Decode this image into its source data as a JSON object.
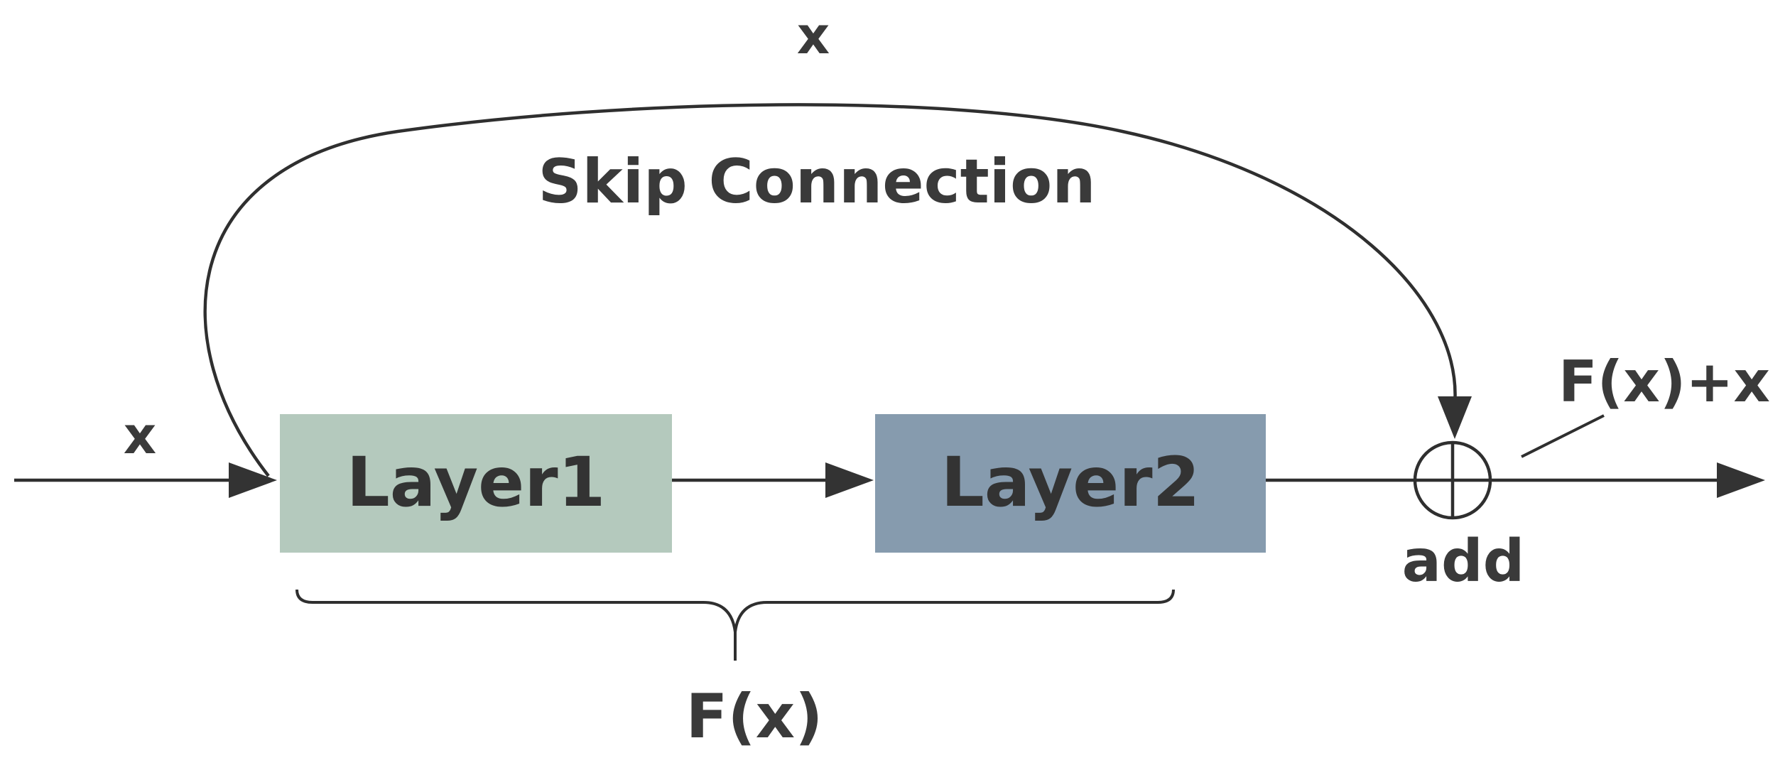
{
  "diagram": {
    "input_label": "x",
    "skip_top_label": "x",
    "skip_label": "Skip Connection",
    "layer1_label": "Layer1",
    "layer2_label": "Layer2",
    "brace_label": "F(x)",
    "output_label": "F(x)+x",
    "add_label": "add"
  },
  "colors": {
    "layer1_fill": "#b4c9bd",
    "layer2_fill": "#869bae",
    "line": "#2f2f2f",
    "text": "#3a3a3a"
  }
}
